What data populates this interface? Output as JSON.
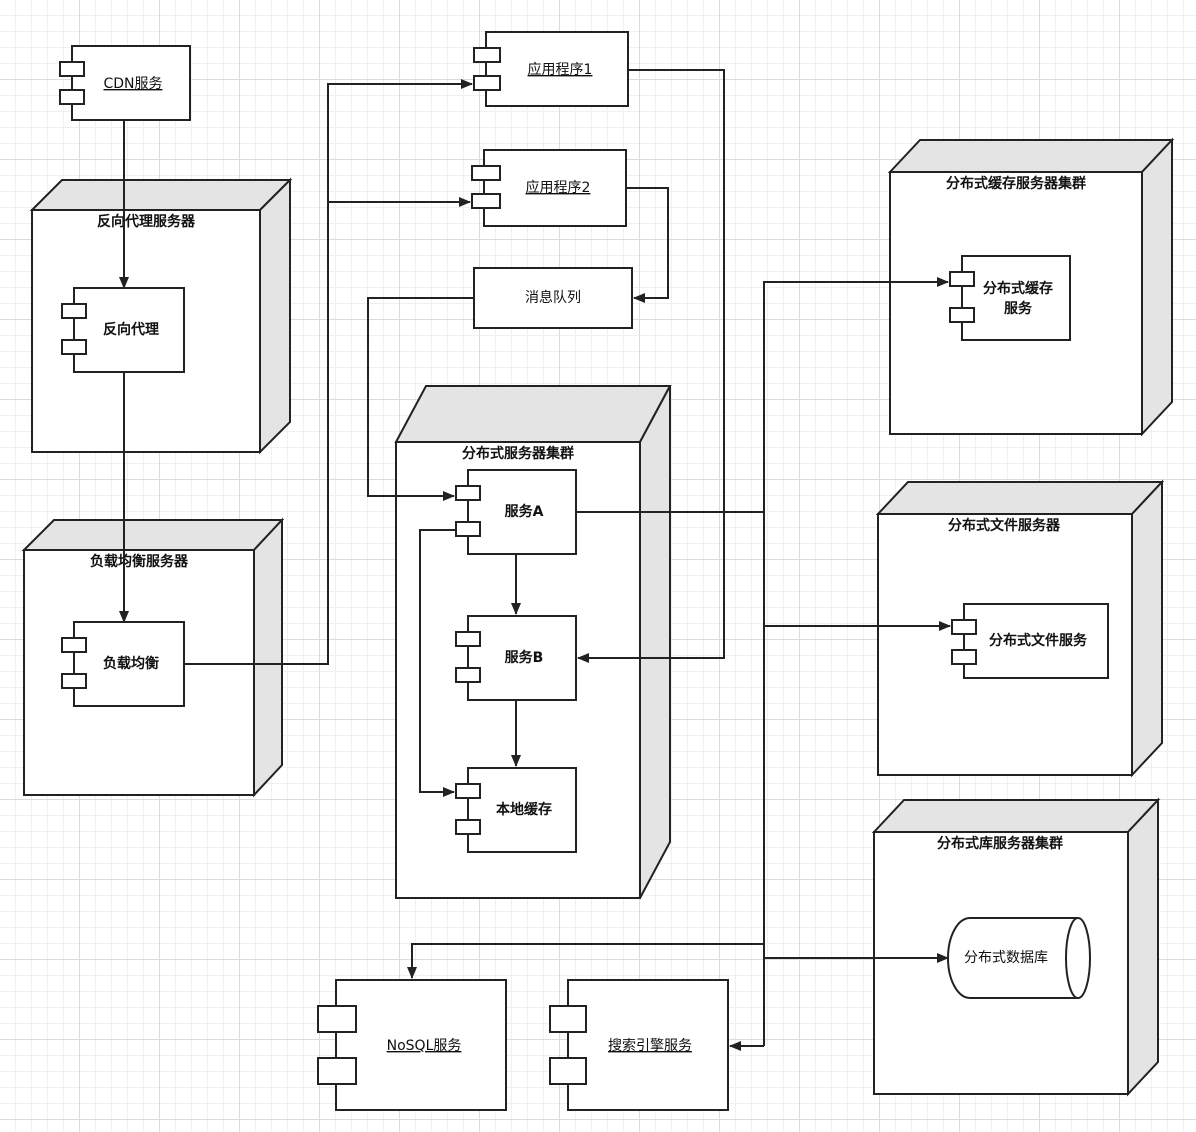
{
  "nodes": {
    "proxyServer": {
      "title": "反向代理服务器"
    },
    "lbServer": {
      "title": "负载均衡服务器"
    },
    "distCluster": {
      "title": "分布式服务器集群"
    },
    "cacheCluster": {
      "title": "分布式缓存服务器集群"
    },
    "fileServer": {
      "title": "分布式文件服务器"
    },
    "dbCluster": {
      "title": "分布式库服务器集群"
    }
  },
  "components": {
    "cdn": {
      "label": "CDN服务"
    },
    "app1": {
      "label": "应用程序1"
    },
    "app2": {
      "label": "应用程序2"
    },
    "mq": {
      "label": "消息队列"
    },
    "proxy": {
      "label": "反向代理"
    },
    "lb": {
      "label": "负载均衡"
    },
    "serviceA": {
      "label": "服务A"
    },
    "serviceB": {
      "label": "服务B"
    },
    "localCache": {
      "label": "本地缓存"
    },
    "cacheSvc": {
      "label1": "分布式缓存",
      "label2": "服务"
    },
    "fileSvc": {
      "label": "分布式文件服务"
    },
    "db": {
      "label": "分布式数据库"
    },
    "nosql": {
      "label": "NoSQL服务"
    },
    "search": {
      "label": "搜索引擎服务"
    }
  }
}
